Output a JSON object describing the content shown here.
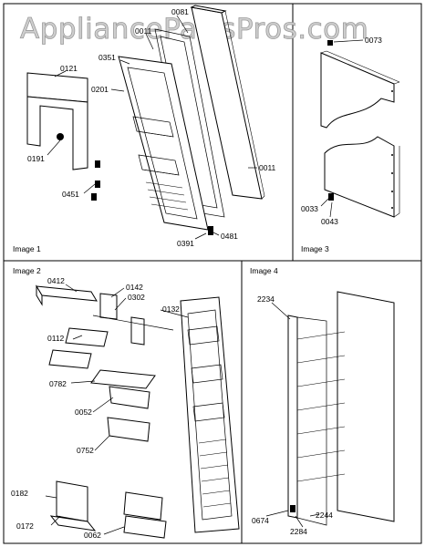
{
  "watermark": "AppliancePartsPros.com",
  "panels": {
    "image1": "Image 1",
    "image2": "Image 2",
    "image3": "Image 3",
    "image4": "Image 4"
  },
  "labels": {
    "p0081": "0081",
    "p0011a": "0011",
    "p0351": "0351",
    "p0121": "0121",
    "p0201": "0201",
    "p0191": "0191",
    "p0451": "0451",
    "p0391": "0391",
    "p0481": "0481",
    "p0011b": "0011",
    "p0073": "0073",
    "p0033": "0033",
    "p0043": "0043",
    "p0412": "0412",
    "p0142": "0142",
    "p0302": "0302",
    "p0132": "0132",
    "p0112": "0112",
    "p0782": "0782",
    "p0052": "0052",
    "p0752": "0752",
    "p0182": "0182",
    "p0172": "0172",
    "p0062": "0062",
    "p2234": "2234",
    "p0674": "0674",
    "p2284": "2284",
    "p2244": "2244"
  }
}
